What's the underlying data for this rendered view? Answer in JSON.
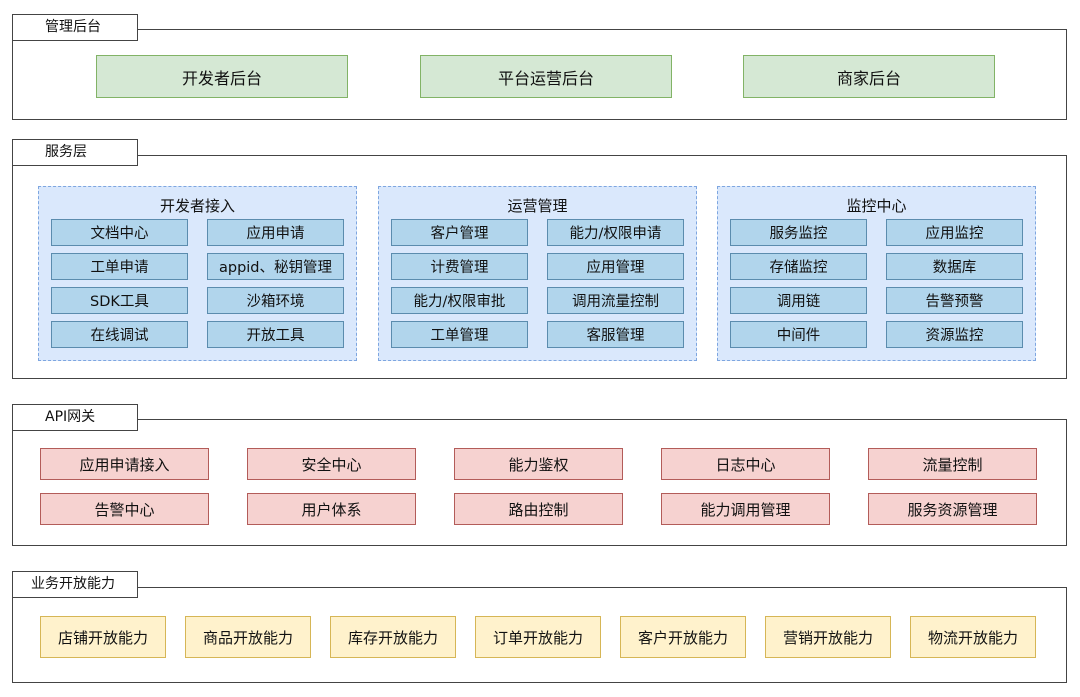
{
  "colors": {
    "green_fill": "#d5e8d4",
    "green_border": "#82b366",
    "blue_group_fill": "#dae8fc",
    "blue_box_fill": "#b1d5ec",
    "red_fill": "#f6d2d0",
    "red_border": "#b35c59",
    "yellow_fill": "#fff2cc",
    "yellow_border": "#d6b656"
  },
  "admin": {
    "title": "管理后台",
    "items": [
      "开发者后台",
      "平台运营后台",
      "商家后台"
    ]
  },
  "service": {
    "title": "服务层",
    "groups": [
      {
        "title": "开发者接入",
        "items": [
          "文档中心",
          "应用申请",
          "工单申请",
          "appid、秘钥管理",
          "SDK工具",
          "沙箱环境",
          "在线调试",
          "开放工具"
        ]
      },
      {
        "title": "运营管理",
        "items": [
          "客户管理",
          "能力/权限申请",
          "计费管理",
          "应用管理",
          "能力/权限审批",
          "调用流量控制",
          "工单管理",
          "客服管理"
        ]
      },
      {
        "title": "监控中心",
        "items": [
          "服务监控",
          "应用监控",
          "存储监控",
          "数据库",
          "调用链",
          "告警预警",
          "中间件",
          "资源监控"
        ]
      }
    ]
  },
  "gateway": {
    "title": "API网关",
    "items": [
      "应用申请接入",
      "安全中心",
      "能力鉴权",
      "日志中心",
      "流量控制",
      "告警中心",
      "用户体系",
      "路由控制",
      "能力调用管理",
      "服务资源管理"
    ]
  },
  "business": {
    "title": "业务开放能力",
    "items": [
      "店铺开放能力",
      "商品开放能力",
      "库存开放能力",
      "订单开放能力",
      "客户开放能力",
      "营销开放能力",
      "物流开放能力"
    ]
  }
}
